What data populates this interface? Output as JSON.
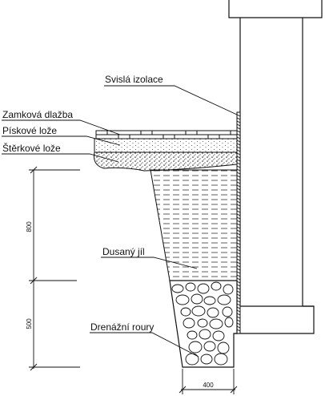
{
  "labels": {
    "vertical_insulation": "Svislá izolace",
    "paving": "Zamková dlažba",
    "sand_bed": "Pískové lože",
    "gravel_bed": "Štěrkové lože",
    "rammed_clay": "Dusaný jíl",
    "drain_pipes": "Drenážní roury"
  },
  "dimensions": {
    "upper_height": "800",
    "lower_height": "500",
    "base_width": "400"
  }
}
